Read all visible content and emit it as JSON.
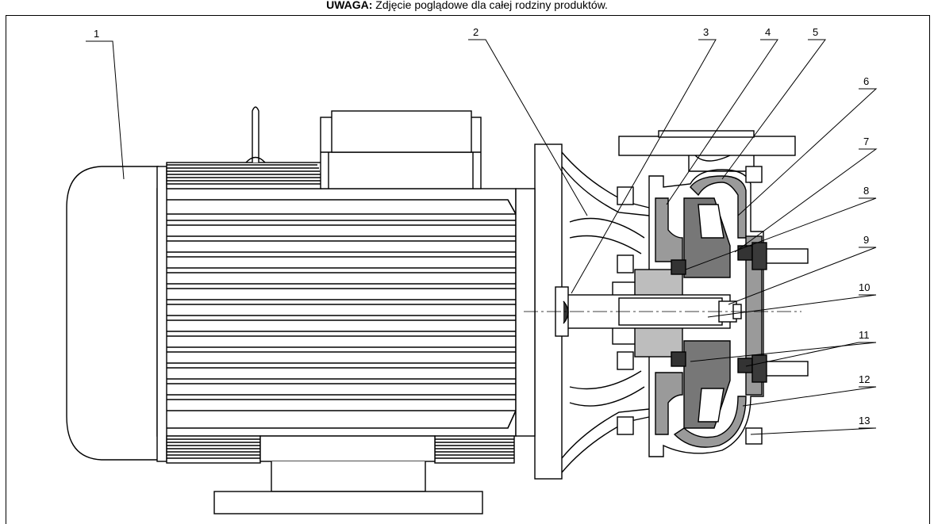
{
  "notice": {
    "prefix": "UWAGA:",
    "text": " Zdjęcie poglądowe dla całej rodziny produktów."
  },
  "callouts": [
    "1",
    "2",
    "3",
    "4",
    "5",
    "6",
    "7",
    "8",
    "9",
    "10",
    "11",
    "12",
    "13"
  ],
  "colors": {
    "line": "#000000",
    "fill": "#ffffff",
    "shade": "#8c8c8c",
    "dark": "#3a3a3a"
  }
}
